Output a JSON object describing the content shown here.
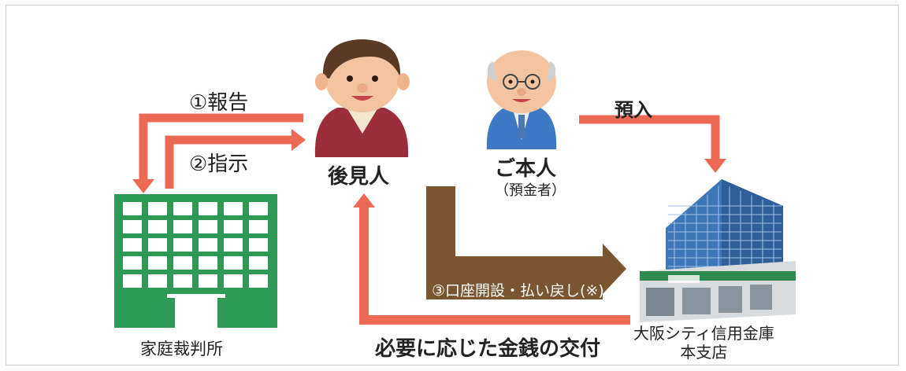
{
  "labels": {
    "report": "①報告",
    "instruct": "②指示",
    "guardian": "後見人",
    "principal": "ご本人",
    "depositor": "（預金者）",
    "deposit": "預入",
    "court": "家庭裁判所",
    "account_ops": "③口座開設・払い戻し(※)",
    "delivery": "必要に応じた金銭の交付",
    "bank_line1": "大阪シティ信用金庫",
    "bank_line2": "本支店"
  },
  "colors": {
    "arrow_red": "#ec6a54",
    "arrow_brown": "#7a5530",
    "court_green": "#2f9a55",
    "guardian_sweater": "#9c2d3a",
    "principal_vest": "#3f78c4",
    "bank_glass": "#3d77b8"
  },
  "icons": [
    "guardian-figure",
    "principal-figure",
    "court-building-icon",
    "bank-building-icon"
  ]
}
